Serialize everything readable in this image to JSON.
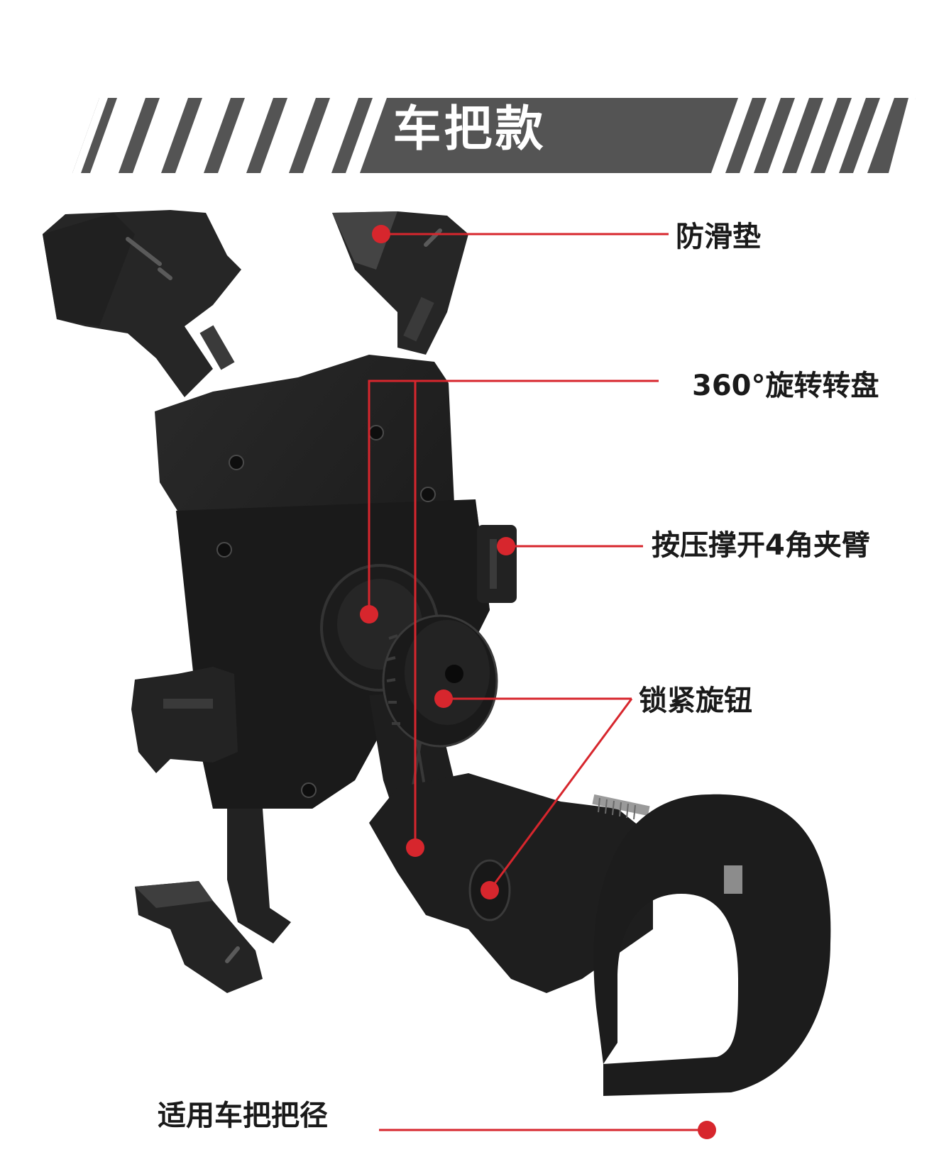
{
  "banner": {
    "title": "车把款",
    "background_color": "#545454",
    "stripe_color": "#ffffff"
  },
  "callouts": [
    {
      "id": "anti-slip",
      "label": "防滑垫"
    },
    {
      "id": "rotate",
      "label": "360°旋转转盘"
    },
    {
      "id": "clamp",
      "label": "按压撑开4角夹臂"
    },
    {
      "id": "knob",
      "label": "锁紧旋钮"
    },
    {
      "id": "diameter",
      "label": "适用车把把径"
    }
  ],
  "colors": {
    "callout_dot": "#d7262d",
    "callout_line": "#d7262d",
    "product_body": "#1c1c1c",
    "label_text": "#1a1a1a"
  }
}
